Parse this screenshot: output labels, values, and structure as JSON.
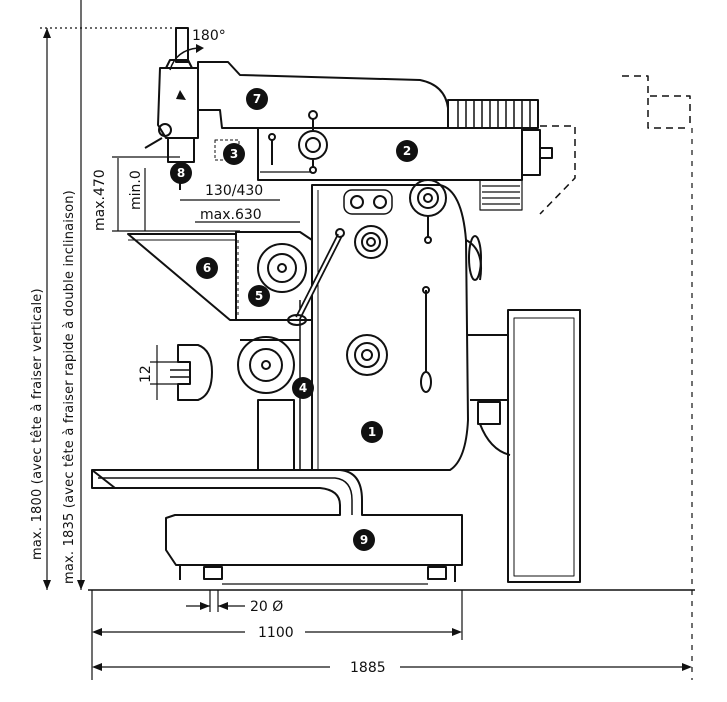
{
  "drawing": {
    "rotation_label": "180°",
    "vertical_notes": {
      "outer": "max. 1800 (avec tête à fraiser verticale)",
      "inner": "max. 1835 (avec tête à fraiser rapide à double inclinaison)"
    },
    "dimensions": {
      "max_470": "max.470",
      "min_0": "min.0",
      "range_130_430": "130/430",
      "max_630": "max.630",
      "slot_12": "12",
      "bolt_20": "20 Ø",
      "base_1100": "1100",
      "overall_1885": "1885"
    },
    "badges": [
      "1",
      "2",
      "3",
      "4",
      "5",
      "6",
      "7",
      "8",
      "9"
    ]
  }
}
